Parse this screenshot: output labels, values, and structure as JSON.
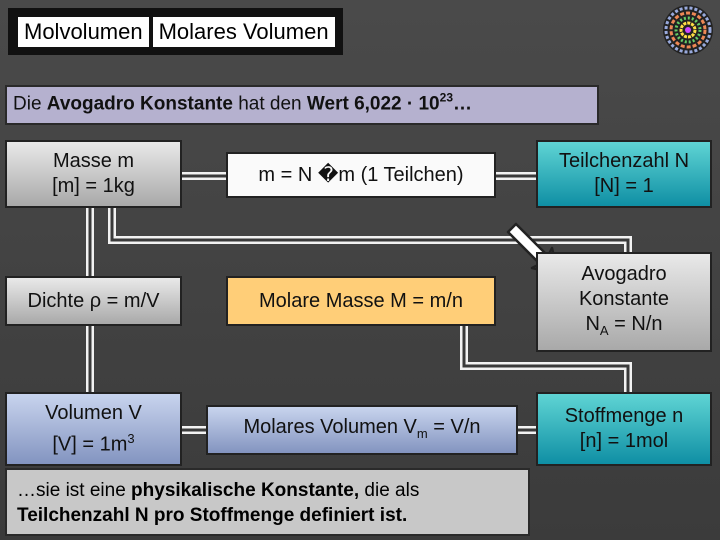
{
  "title": {
    "part1": "Molvolumen",
    "part2": "Molares Volumen"
  },
  "info": {
    "prefix": "Die ",
    "bold1": "Avogadro",
    "mid1": " ",
    "bold2": "Konstante",
    "mid2": " hat den ",
    "bold3": "Wert 6,022 · 10",
    "sup": "23",
    "suffix": "…"
  },
  "boxes": {
    "masse": {
      "line1": "Masse m",
      "line2": "[m] = 1kg"
    },
    "dichte": {
      "line1": "Dichte ρ = m/V"
    },
    "volumen": {
      "line1": "Volumen V",
      "line2_pre": "[V] = 1m",
      "line2_sup": "3"
    },
    "formel_m": {
      "line1": "m = N �m (1 Teilchen)"
    },
    "molare_masse": {
      "line1": "Molare Masse M = m/n"
    },
    "molares_volumen": {
      "pre": "Molares Volumen V",
      "sub": "m",
      "post": " = V/n"
    },
    "teilchenzahl": {
      "line1": "Teilchenzahl N",
      "line2": "[N] = 1"
    },
    "avogadro": {
      "line1": "Avogadro",
      "line2": "Konstante",
      "line3_pre": "N",
      "line3_sub": "A",
      "line3_post": " = N/n"
    },
    "stoffmenge": {
      "line1": "Stoffmenge n",
      "line2": "[n] = 1mol"
    }
  },
  "note": {
    "pre": "…sie ist eine ",
    "bold1": "physikalische Konstante,",
    "mid": " die als ",
    "bold2": "Teilchenzahl N pro Stoffmenge definiert ist."
  },
  "colors": {
    "background": "#444444",
    "info_bg": "#b5b1cf",
    "teal": "#17a2b8",
    "orange": "#ffce78",
    "blue": "#8394c0"
  }
}
